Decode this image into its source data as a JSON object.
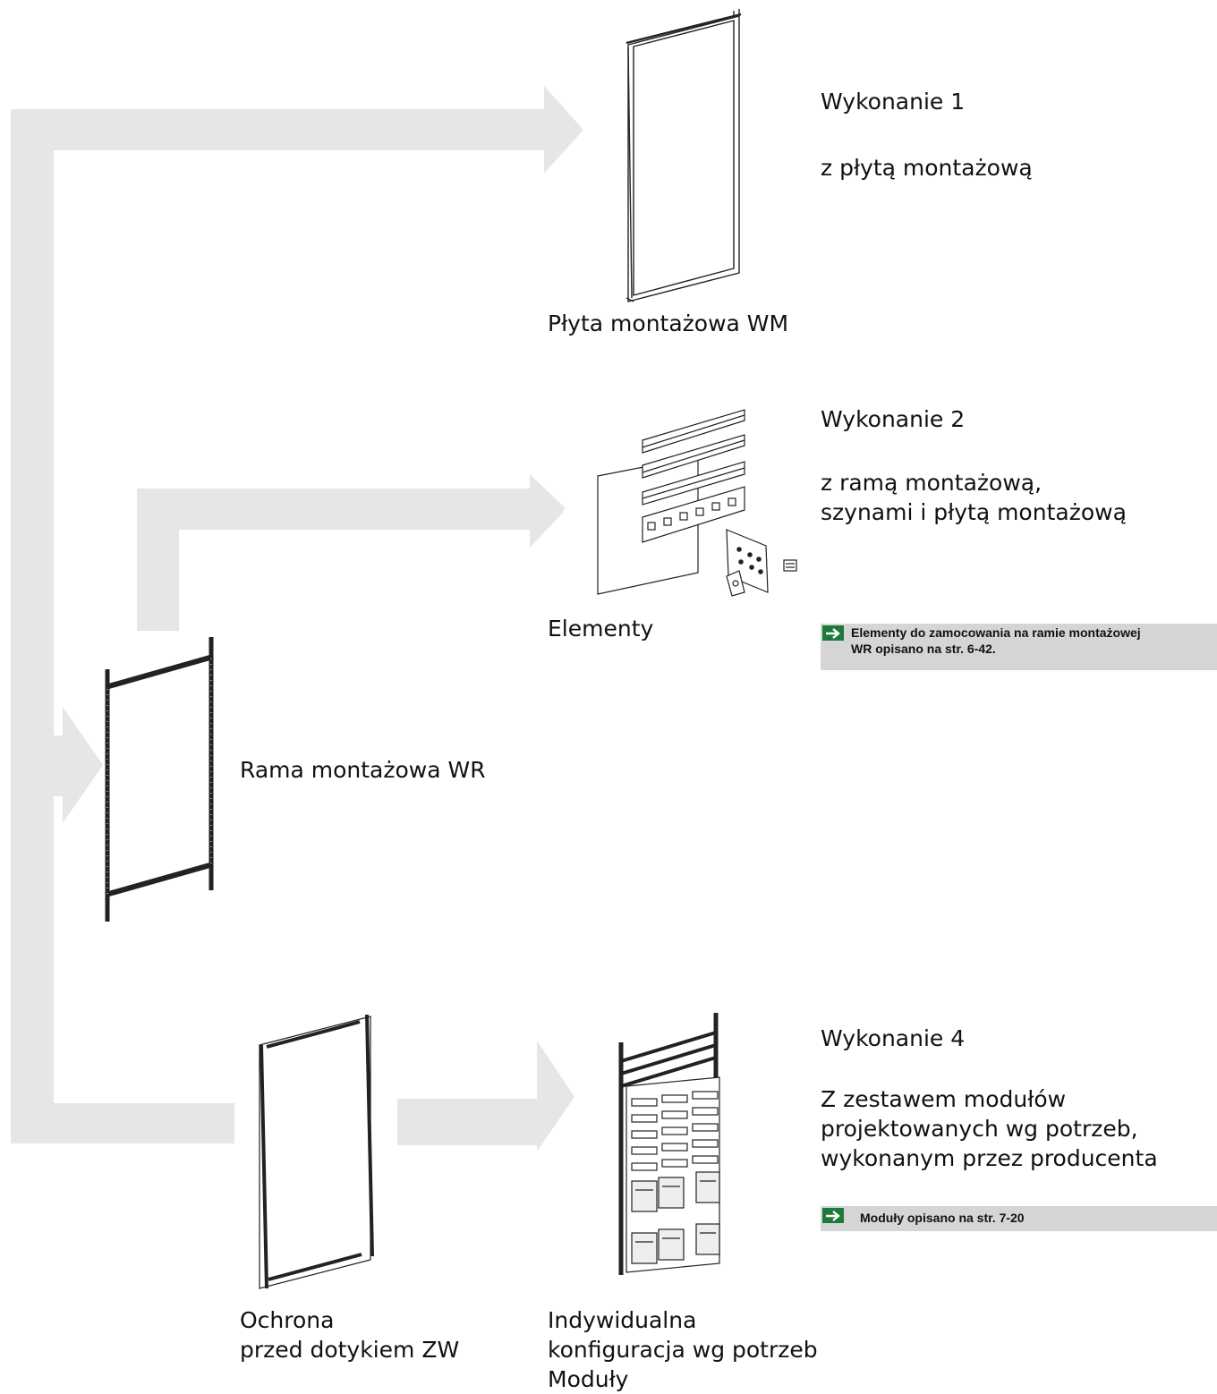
{
  "variant1": {
    "title": "Wykonanie 1",
    "description": "z płytą montażową",
    "part_label": "Płyta montażowa WM"
  },
  "variant2": {
    "title": "Wykonanie 2",
    "description": "z ramą montażową,\nszynami i płytą montażową",
    "part_label": "Elementy",
    "note": "Elementy do zamocowania na ramie montażowej\nWR opisano na str. 6-42."
  },
  "frame": {
    "label": "Rama montażowa WR"
  },
  "variant4": {
    "title": "Wykonanie 4",
    "description": "Z zestawem modułów\nprojektowanych wg potrzeb,\nwykonanym przez producenta",
    "note": "Moduły opisano na str. 7-20",
    "protection_label": "Ochrona\nprzed dotykiem ZW",
    "modules_label": "Indywidualna\nkonfiguracja wg potrzeb\nModuły"
  },
  "colors": {
    "flow_arrow": "#e6e6e6",
    "note_background": "#d5d5d5",
    "note_arrow": "#1c7a3a",
    "line_art": "#222222"
  },
  "icons": {
    "note_arrow": "right-arrow-icon"
  }
}
